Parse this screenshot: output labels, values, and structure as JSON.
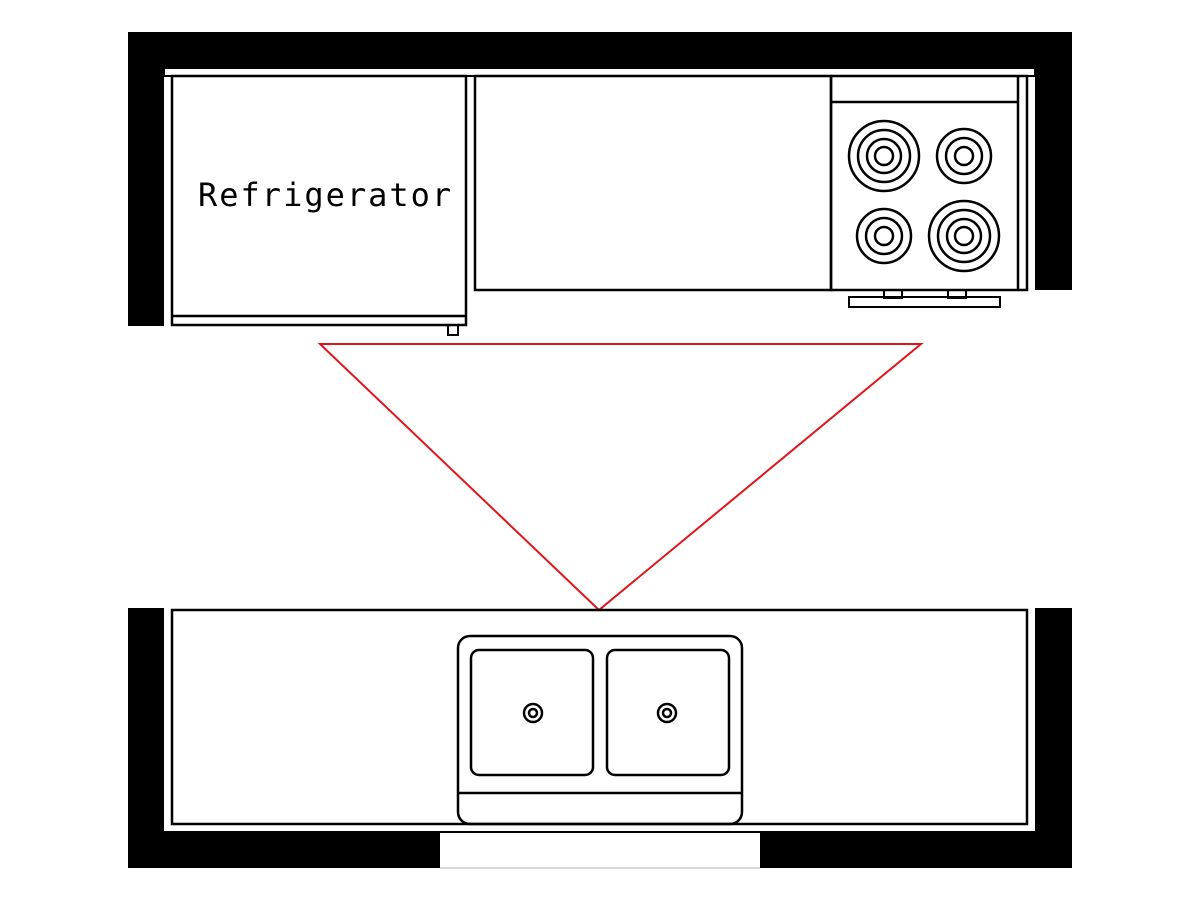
{
  "diagram": {
    "type": "kitchen floor plan",
    "layout": "galley",
    "appliances": {
      "refrigerator_label": "Refrigerator",
      "stove_burners": 4,
      "sink_basins": 2
    },
    "work_triangle": {
      "vertices": [
        "refrigerator",
        "stove",
        "sink"
      ],
      "color": "#e0161b"
    },
    "colors": {
      "walls": "#000000",
      "lines": "#000000",
      "background": "#ffffff"
    }
  }
}
